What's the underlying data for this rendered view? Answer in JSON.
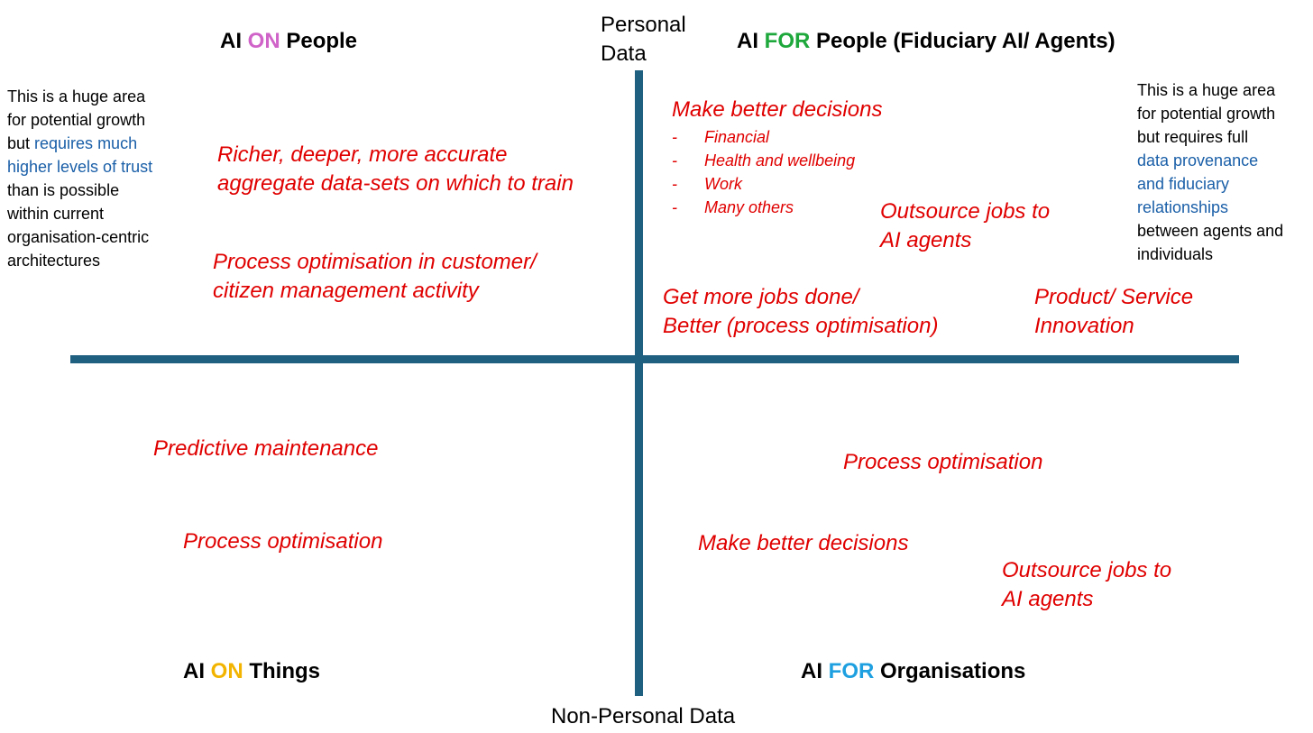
{
  "axes": {
    "top_line1": "Personal",
    "top_line2": "Data",
    "bottom": "Non-Personal Data"
  },
  "quadrants": {
    "top_left": {
      "title_prefix": "AI ",
      "title_accent": "ON",
      "title_accent_color": "#d063c8",
      "title_suffix": " People",
      "note": {
        "line1": "This is a huge area",
        "line2": "for potential growth",
        "line3_prefix": "but ",
        "line3_highlight": "requires much",
        "line4_highlight": "higher levels of trust",
        "line5": "than is possible",
        "line6": "within current",
        "line7": "organisation-centric",
        "line8": "architectures"
      },
      "items": [
        {
          "line1": "Richer, deeper, more accurate",
          "line2": "aggregate data-sets on which to train"
        },
        {
          "line1": "Process optimisation in customer/",
          "line2": "citizen management activity"
        }
      ]
    },
    "top_right": {
      "title_prefix": "AI ",
      "title_accent": "FOR",
      "title_accent_color": "#1ea83c",
      "title_suffix": " People (Fiduciary AI/ Agents)",
      "note": {
        "line1": "This is a huge area",
        "line2": "for potential growth",
        "line3": "but requires full",
        "line4_highlight": "data provenance",
        "line5_highlight": "and fiduciary",
        "line6_highlight": "relationships",
        "line7": "between agents and",
        "line8": "individuals"
      },
      "decisions": {
        "heading": "Make better decisions",
        "dash": "-",
        "subitems": [
          "Financial",
          "Health and wellbeing",
          "Work",
          "Many others"
        ]
      },
      "outsource": {
        "line1": "Outsource jobs to",
        "line2": "AI agents"
      },
      "jobs": {
        "line1": "Get more jobs done/",
        "line2": "Better (process optimisation)"
      },
      "innovation": {
        "line1": "Product/ Service",
        "line2": "Innovation"
      }
    },
    "bottom_left": {
      "title_prefix": "AI ",
      "title_accent": "ON",
      "title_accent_color": "#f2b400",
      "title_suffix": " Things",
      "items": [
        "Predictive maintenance",
        "Process optimisation"
      ]
    },
    "bottom_right": {
      "title_prefix": "AI ",
      "title_accent": "FOR",
      "title_accent_color": "#1ea0e0",
      "title_suffix": " Organisations",
      "items": [
        "Process optimisation",
        "Make better decisions"
      ],
      "outsource": {
        "line1": "Outsource jobs to",
        "line2": "AI agents"
      }
    }
  },
  "colors": {
    "axis": "#1f5f80",
    "item_text": "#e00000",
    "highlight_text": "#1a5fa8"
  }
}
